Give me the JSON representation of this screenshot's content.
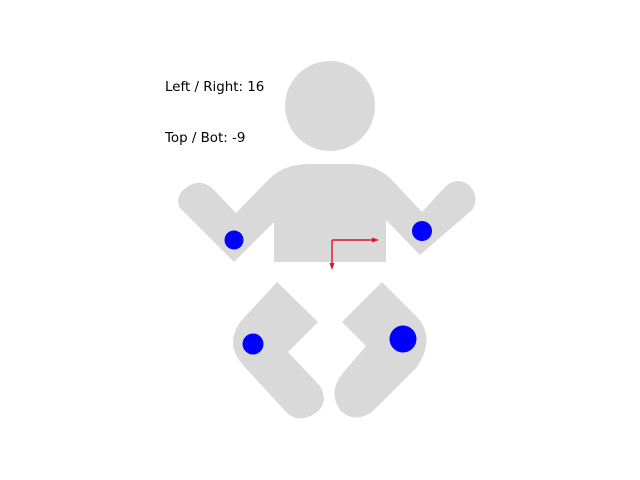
{
  "readout": {
    "left_right_label": "Left / Right:",
    "left_right_value": "16",
    "top_bottom_label": "Top / Bot:",
    "top_bottom_value": "-9"
  },
  "colors": {
    "figure": "#d9d9d9",
    "sensor": "#0000ff",
    "axis_arrow": "#e0142a",
    "background": "#ffffff"
  },
  "icons": {
    "figure": "baby-figure-icon",
    "sensors": "sensor-dot-icon",
    "arrows": "axis-arrow-icon"
  }
}
